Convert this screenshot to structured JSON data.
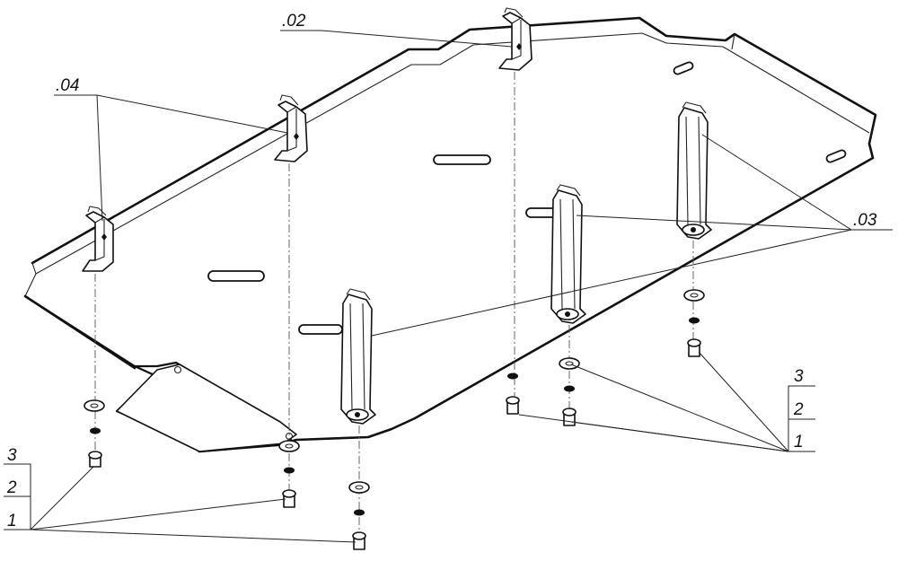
{
  "callouts": {
    "bracket_04": ".04",
    "bracket_02": ".02",
    "bracket_03": ".03"
  },
  "fastener_stack_left": {
    "top": "3",
    "middle": "2",
    "bottom": "1"
  },
  "fastener_stack_right": {
    "top": "3",
    "middle": "2",
    "bottom": "1"
  }
}
